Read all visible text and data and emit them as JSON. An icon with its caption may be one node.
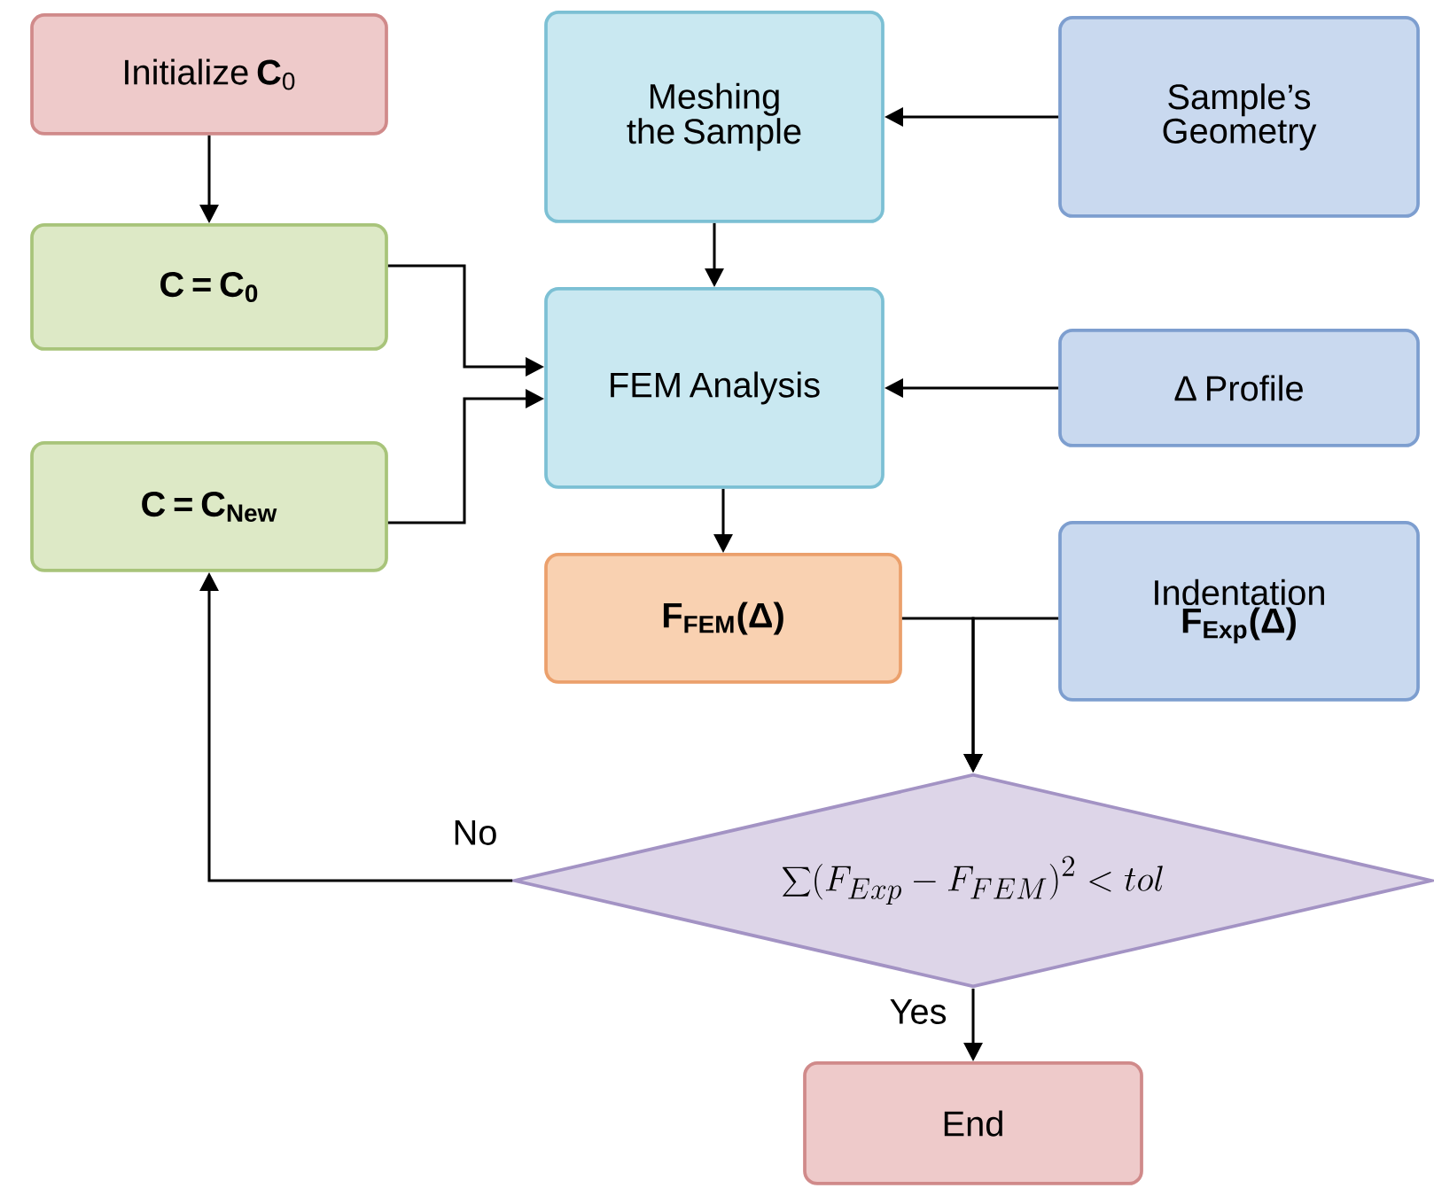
{
  "diagram": {
    "nodes": [
      {
        "text": [
          "Initialize **C**$_{0}$"
        ]
      },
      {
        "text": [
          "Meshing the Sample"
        ]
      },
      {
        "text": [
          "Sample’s Geometry"
        ]
      },
      {
        "text": [
          "C = C$_{0}$"
        ]
      },
      {
        "text": [
          "FEM Analysis"
        ]
      },
      {
        "text": [
          "Δ Profile"
        ]
      },
      {
        "text": [
          "C = C$_{New}$"
        ]
      },
      {
        "text": [
          "F$_{FEM}$(Δ)"
        ]
      },
      {
        "text": [
          "Indentation",
          "F$_{Exp}$(Δ)"
        ]
      },
      {
        "text": [
          "\\sum(F_{Exp}-F_{FEM})^2<tol"
        ]
      },
      {
        "text": [
          "End"
        ]
      }
    ],
    "edges": [
      {
        "from": 0,
        "to": 3,
        "arrow": "to"
      },
      {
        "from": 2,
        "to": 1,
        "arrow": "to"
      },
      {
        "from": 1,
        "to": 4,
        "arrow": "to"
      },
      {
        "from": 3,
        "to": 4,
        "arrow": "to"
      },
      {
        "from": 6,
        "to": 4,
        "arrow": "to"
      },
      {
        "from": 5,
        "to": 4,
        "arrow": "to"
      },
      {
        "from": 4,
        "to": 7,
        "arrow": "to"
      },
      {
        "from": 7,
        "to": 9,
        "arrow": "to"
      },
      {
        "from": 8,
        "to": 9,
        "arrow": "to"
      },
      {
        "from": 9,
        "to": 6,
        "label": "No",
        "arrow": "to"
      },
      {
        "from": 9,
        "to": 10,
        "label": "Yes",
        "arrow": "to"
      }
    ]
  }
}
